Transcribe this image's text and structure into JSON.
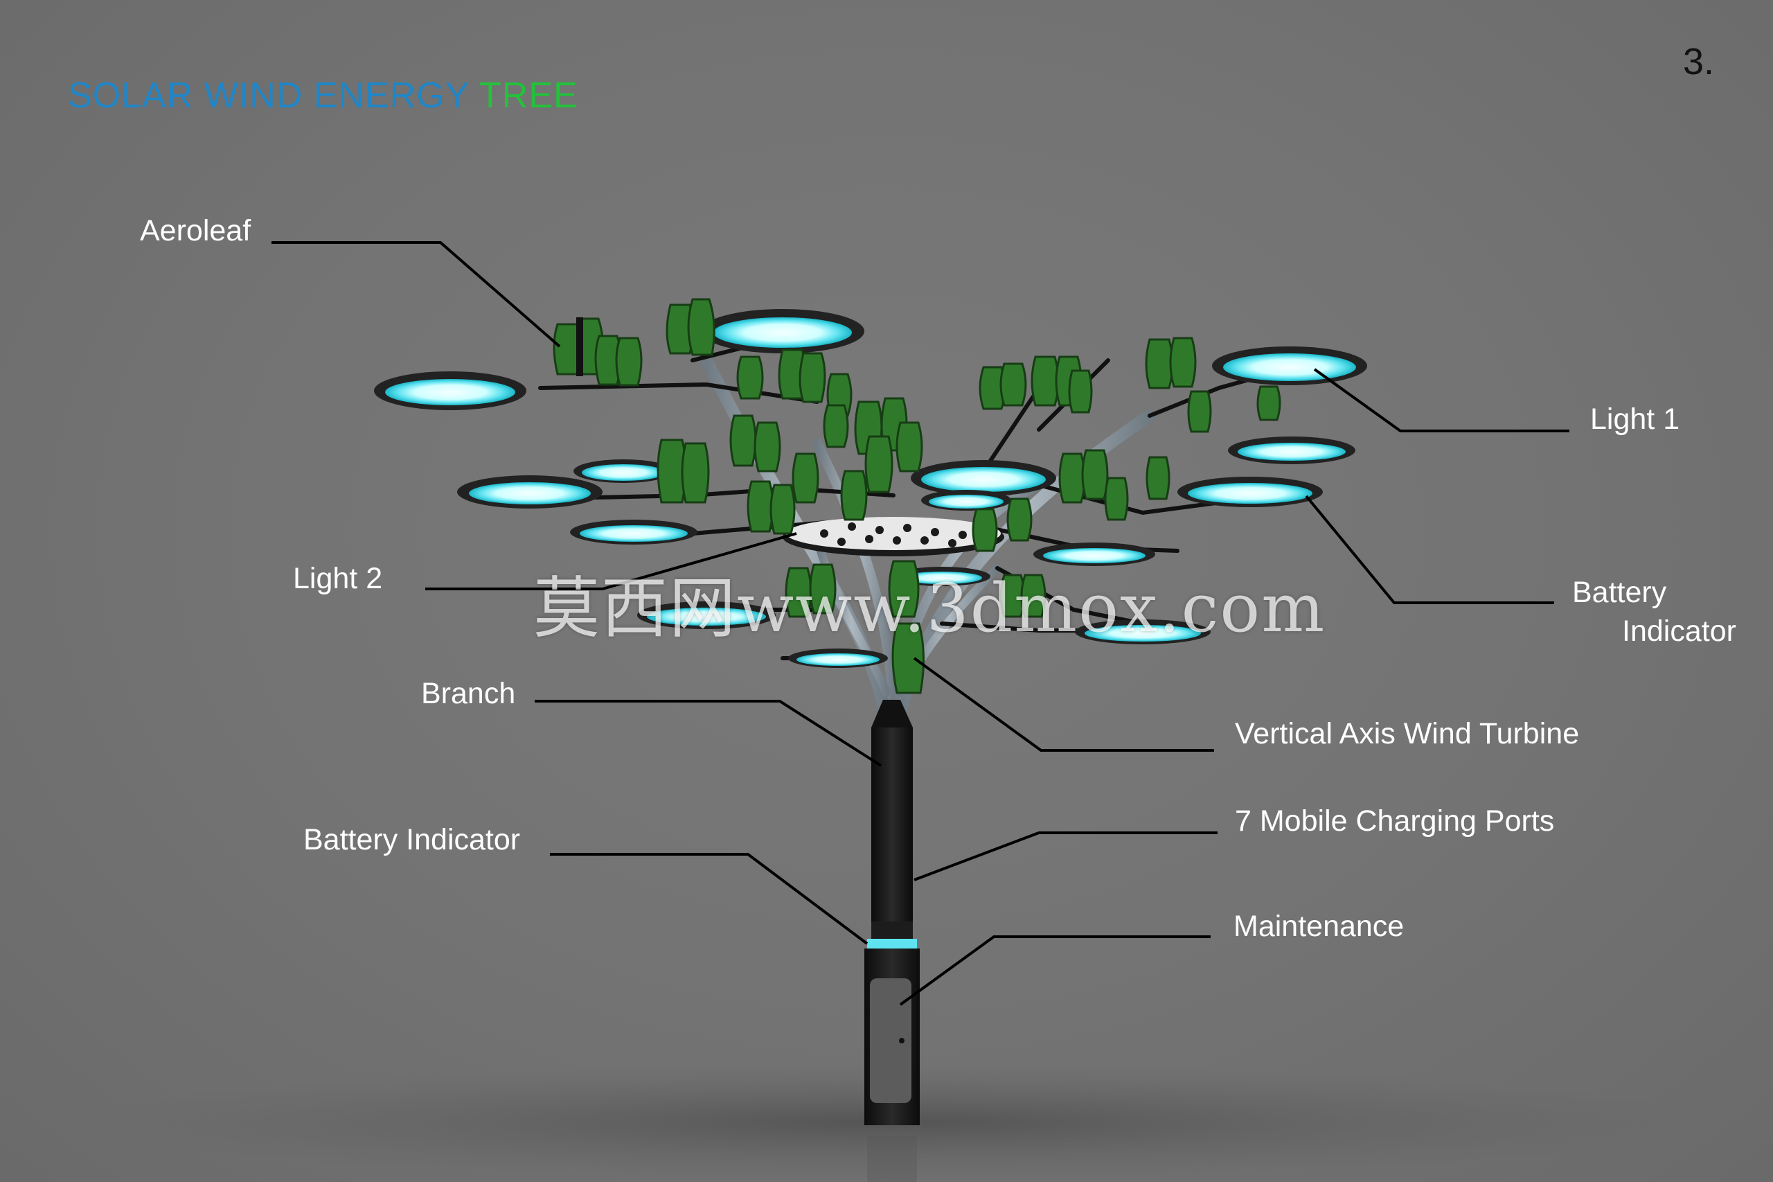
{
  "title": {
    "part1": "SOLAR WIND ENERGY",
    "part2": "TREE",
    "color_part1": "#1f86c8",
    "color_part2": "#22c23a"
  },
  "page_number": "3.",
  "labels": {
    "aeroleaf": "Aeroleaf",
    "light1": "Light 1",
    "light2": "Light 2",
    "battery_indicator_right_line1": "Battery",
    "battery_indicator_right_line2": "Indicator",
    "branch": "Branch",
    "vertical_axis_wind_turbine": "Vertical Axis Wind Turbine",
    "battery_indicator_left": "Battery Indicator",
    "mobile_charging_ports": "7 Mobile Charging Ports",
    "maintenance": "Maintenance"
  },
  "watermark": "莫西网www.3dmox.com",
  "colors": {
    "background": "#737373",
    "leaf_green": "#2f7a2a",
    "light_glow": "#5fe3f0",
    "light_rim": "#222222",
    "trunk": "#151515",
    "branch": "#8f9aa3",
    "leader_line": "#000000"
  }
}
